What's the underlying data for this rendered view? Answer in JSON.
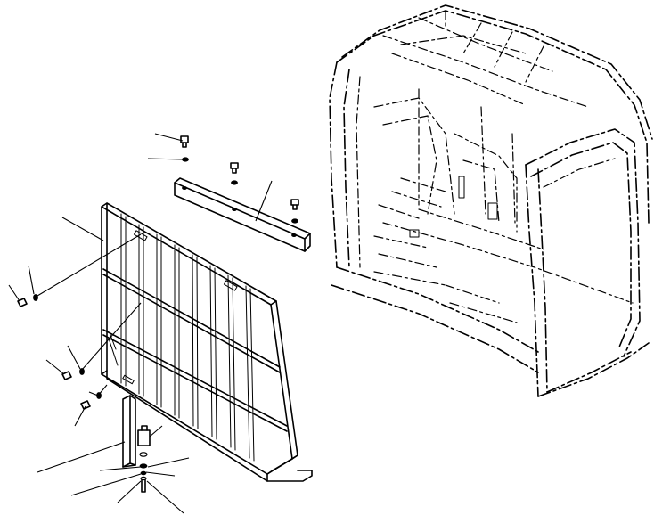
{
  "diagram": {
    "parts": [
      {
        "id": "front-guard",
        "icon": "guard-grille-icon"
      },
      {
        "id": "bracket-top",
        "icon": "angle-bracket-icon"
      },
      {
        "id": "bracket-bottom",
        "icon": "stay-bracket-icon"
      },
      {
        "id": "operator-cab",
        "icon": "cab-frame-icon"
      },
      {
        "id": "bolts",
        "icon": "bolt-icon"
      },
      {
        "id": "washers",
        "icon": "washer-icon"
      }
    ]
  }
}
